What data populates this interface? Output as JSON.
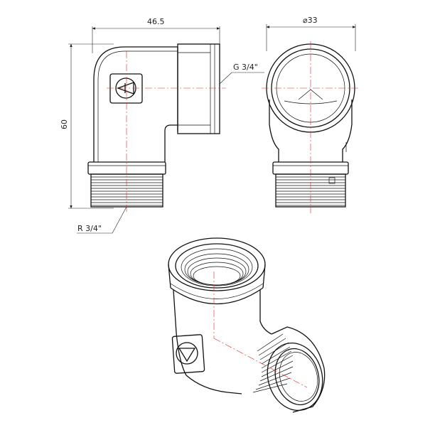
{
  "dimensions": {
    "width": "46.5",
    "height": "60",
    "diameter": "⌀33",
    "female_thread": "G 3/4\"",
    "male_thread": "R 3/4\""
  },
  "colors": {
    "outline": "#111111",
    "centerline": "#e0252b"
  }
}
